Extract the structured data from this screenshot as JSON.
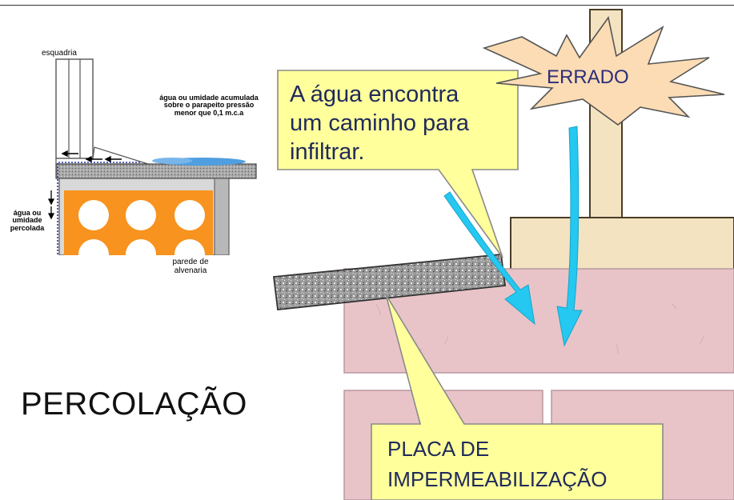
{
  "left_figure": {
    "label_esquadria": "esquadria",
    "label_water_accumulated": "água ou umidade acumulada sobre o parapeito pressão menor que 0,1 m.c.a",
    "label_water_percolated": "água ou umidade percolada",
    "label_wall": "parede de alvenaria"
  },
  "caption": "PERCOLAÇÃO",
  "right_figure": {
    "starburst_label": "ERRADO",
    "callout_water": "A água encontra um caminho para infiltrar.",
    "callout_water_lines": [
      "A água encontra",
      "um caminho para",
      "infiltrar."
    ],
    "callout_plate_lines": [
      "PLACA DE",
      "IMPERMEABILIZAÇÃO"
    ]
  },
  "colors": {
    "brick": "#e8c4c8",
    "brick_stroke": "#b89aa0",
    "wood": "#f3e3c1",
    "wood_stroke": "#6a5a40",
    "callout_fill": "#ffff9c",
    "starburst_fill": "#fcdcb4",
    "arrow_cyan": "#24c8f0",
    "orange_block": "#f7931e",
    "water_blue": "#4f9fe0"
  }
}
